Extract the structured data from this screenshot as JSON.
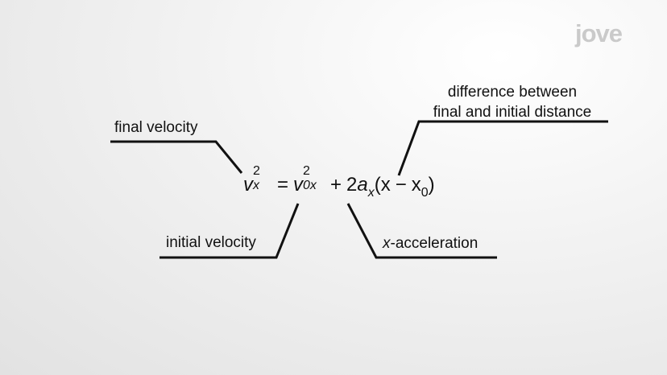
{
  "logo": {
    "text": "jove"
  },
  "labels": {
    "final_velocity": "final velocity",
    "initial_velocity": "initial velocity",
    "x_acceleration_var": "x",
    "x_acceleration_rest": "-acceleration",
    "difference_line1": "difference between",
    "difference_line2": "final and initial distance"
  },
  "equation": {
    "v1": "v",
    "x1": "x",
    "sq1": "2",
    "equals": "=",
    "v2": "v",
    "sub2": "0x",
    "sq2": "2",
    "plus": "+",
    "two": "2",
    "a": "a",
    "ax_sub": "x",
    "open_paren": "(",
    "x": "x",
    "minus": "−",
    "x0": "x",
    "x0_sub": "0",
    "close_paren": ")"
  }
}
